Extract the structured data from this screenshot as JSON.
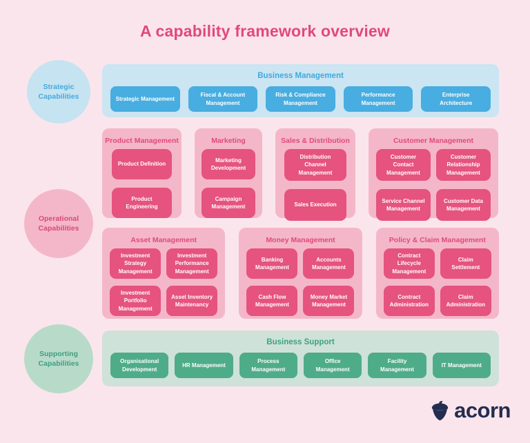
{
  "title": "A capability framework overview",
  "colors": {
    "page_bg": "#fbe5ec",
    "title_pink": "#e0497a",
    "blue_panel_bg": "#cbe5f2",
    "blue_box": "#48ade0",
    "blue_text": "#3fa9dc",
    "pink_panel_bg": "#f4b7c9",
    "pink_box": "#e5537e",
    "green_panel_bg": "#cee2d9",
    "green_box": "#4fac88",
    "green_text": "#3fa184",
    "logo_navy": "#232d4f"
  },
  "side_bubbles": [
    {
      "label": "Strategic Capabilities"
    },
    {
      "label": "Operational Capabilities"
    },
    {
      "label": "Supporting Capabilities"
    }
  ],
  "sections": {
    "strategic": {
      "header": "Business Management",
      "items": [
        "Strategic Management",
        "Fiscal & Account Management",
        "Risk & Compliance Management",
        "Performance Management",
        "Enterprise Architecture"
      ]
    },
    "operational_row1": {
      "groups": [
        {
          "header": "Product Management",
          "items": [
            "Product Definition",
            "Product Engineering"
          ]
        },
        {
          "header": "Marketing",
          "items": [
            "Marketing Development",
            "Campaign Management"
          ]
        },
        {
          "header": "Sales & Distribution",
          "items": [
            "Distribution Channel Management",
            "Sales Execution"
          ]
        },
        {
          "header": "Customer Management",
          "items": [
            "Customer Contact Management",
            "Customer Relationship Management",
            "Service Channel Management",
            "Customer Data Management"
          ]
        }
      ]
    },
    "operational_row2": {
      "groups": [
        {
          "header": "Asset Management",
          "items": [
            "Investment Strategy Management",
            "Investment Performance Management",
            "Investment Portfolio Management",
            "Asset Inventory Maintenancy"
          ]
        },
        {
          "header": "Money Management",
          "items": [
            "Banking Management",
            "Accounts Management",
            "Cash Flow Management",
            "Money Market Management"
          ]
        },
        {
          "header": "Policy & Claim Management",
          "items": [
            "Contract Lifecycle Management",
            "Claim Settlement",
            "Contract Administration",
            "Claim Administration"
          ]
        }
      ]
    },
    "support": {
      "header": "Business Support",
      "items": [
        "Organisational Development",
        "HR Management",
        "Process Management",
        "Office Management",
        "Facility Management",
        "IT Management"
      ]
    }
  },
  "logo": {
    "text": "acorn"
  }
}
